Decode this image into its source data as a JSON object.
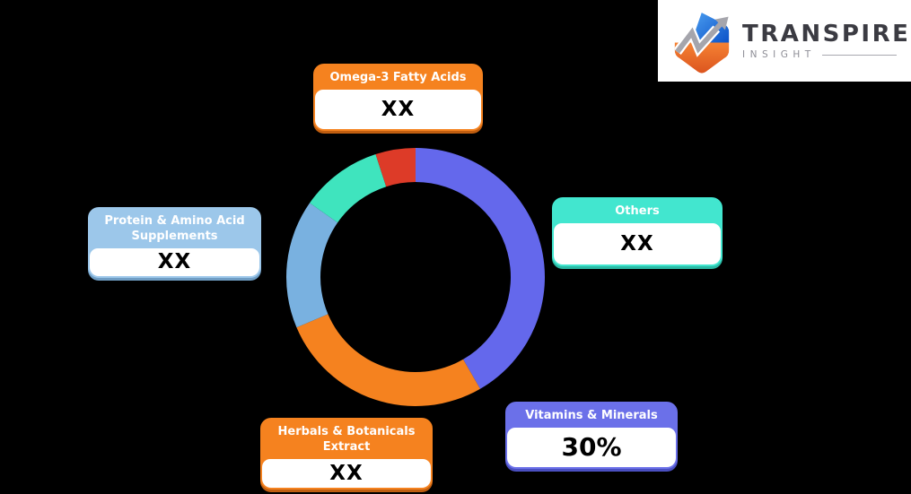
{
  "background": "#000000",
  "logo": {
    "brand": "TRANSPIRE",
    "sub": "INSIGHT",
    "colors": {
      "brand_text": "#3B3B42",
      "sub_text": "#8E8E96",
      "icon_blue": "#1668D8",
      "icon_orange": "#EE6A1F",
      "icon_arrow": "#A5A5AC"
    }
  },
  "chart_data": {
    "type": "pie",
    "subtype": "donut",
    "title": "",
    "legend_position": "callouts-around-chart",
    "outer_radius": 144,
    "inner_radius": 106,
    "segments": [
      {
        "id": "vitamins-minerals",
        "label": "Vitamins & Minerals",
        "value_label": "30%",
        "color": "#6468EC",
        "start_angle": 0,
        "end_angle": 150,
        "visual_percent": 41.7
      },
      {
        "id": "herbals-botanicals-extract",
        "label": "Herbals & Botanicals Extract",
        "value_label": "XX",
        "color": "#F5821F",
        "start_angle": 150,
        "end_angle": 247,
        "visual_percent": 26.9
      },
      {
        "id": "protein-amino-acid-supplements",
        "label": "Protein & Amino Acid Supplements",
        "value_label": "XX",
        "color": "#79B1E0",
        "start_angle": 247,
        "end_angle": 305,
        "visual_percent": 16.1
      },
      {
        "id": "others",
        "label": "Others",
        "value_label": "XX",
        "color": "#3FE4BE",
        "start_angle": 305,
        "end_angle": 342,
        "visual_percent": 10.3
      },
      {
        "id": "omega-3-fatty-acids",
        "label": "Omega-3 Fatty Acids",
        "value_label": "XX",
        "color": "#DD3B28",
        "start_angle": 342,
        "end_angle": 360,
        "visual_percent": 5.0
      }
    ]
  },
  "callouts": [
    {
      "id": "omega",
      "title": "Omega-3 Fatty Acids",
      "value": "XX",
      "color": "#F5821F",
      "shadow": "#C05E10"
    },
    {
      "id": "others",
      "title": "Others",
      "value": "XX",
      "color": "#42E6CF",
      "shadow": "#2BB9A5"
    },
    {
      "id": "protein",
      "title": "Protein & Amino Acid Supplements",
      "value": "XX",
      "color": "#9CC7EA",
      "shadow": "#6F9DC4"
    },
    {
      "id": "herbals",
      "title": "Herbals & Botanicals Extract",
      "value": "XX",
      "color": "#F5821F",
      "shadow": "#C05E10"
    },
    {
      "id": "vitamins",
      "title": "Vitamins & Minerals",
      "value": "30%",
      "color": "#6B70E9",
      "shadow": "#4A4FC0"
    }
  ]
}
